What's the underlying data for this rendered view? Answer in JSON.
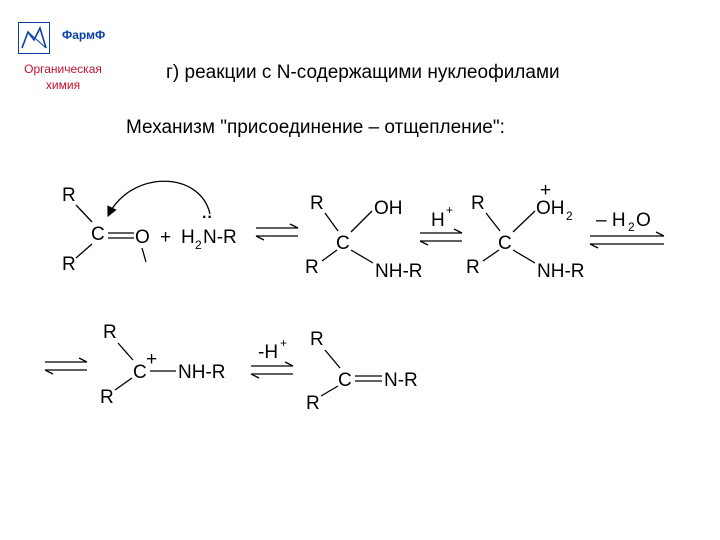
{
  "header": {
    "brand": "ФармФ",
    "subject_line1": "Органическая",
    "subject_line2": "химия"
  },
  "title": "г) реакции с N-содержащими нуклеофилами",
  "subtitle": "Механизм \"присоединение – отщепление\":",
  "scheme": {
    "group_r": "R",
    "carbon": "C",
    "oxygen": "O",
    "plus_sign": "+",
    "amine_h2": "H",
    "amine_sub": "2",
    "amine_rest": "N-R",
    "dots": "··",
    "hydroxyl": "OH",
    "amino": "NH-R",
    "proton_h": "H",
    "proton_plus": "+",
    "oxonium_oh": "OH",
    "oxonium_sub": "2",
    "water_loss_pre": "– H",
    "water_loss_sub": "2",
    "water_loss_post": "O",
    "cation_charge": "+",
    "deprot_h": "-H",
    "deprot_plus": "+",
    "imine": "N-R"
  },
  "colors": {
    "brand": "#0a3fa8",
    "subject": "#c8102e",
    "text": "#000000"
  }
}
